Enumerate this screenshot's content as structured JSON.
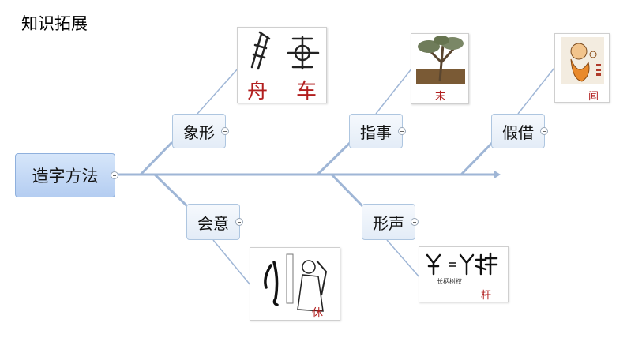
{
  "title": "知识拓展",
  "root": {
    "label": "造字方法"
  },
  "branches": [
    {
      "id": "xiangxing",
      "label": "象形",
      "captions": [
        "舟",
        "车"
      ]
    },
    {
      "id": "zhishi",
      "label": "指事",
      "captions": [
        "末"
      ]
    },
    {
      "id": "jiajie",
      "label": "假借",
      "captions": [
        "闻"
      ]
    },
    {
      "id": "huiyi",
      "label": "会意",
      "captions": [
        "休"
      ]
    },
    {
      "id": "xingsheng",
      "label": "形声",
      "captions": [
        "杆"
      ],
      "note": "长柄树杈"
    }
  ],
  "colors": {
    "line": "#9fb6d6",
    "root_fill": "#b4cdf1",
    "node_fill": "#e3ecf7",
    "caption": "#b21f1f"
  }
}
